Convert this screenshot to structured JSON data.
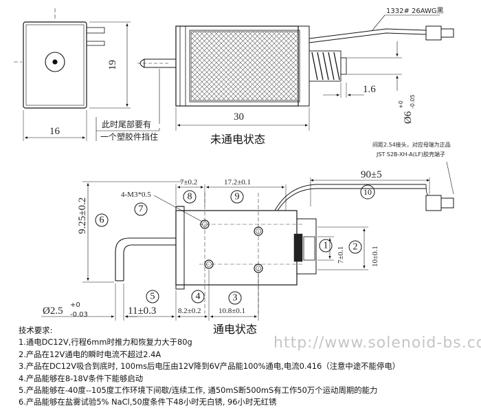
{
  "top_view": {
    "wire_label": "1332# 26AWG黑",
    "dim_height": "19",
    "dim_width_side": "16",
    "dim_length": "30",
    "dim_1_6": "1.6",
    "dim_phi6": "Ø6",
    "tol_phi6_upper": "+0",
    "tol_phi6_lower": "-0.05",
    "note_tail_line1": "此时尾部要有",
    "note_tail_line2": "一个塑胶件挡住",
    "caption": "未通电状态"
  },
  "bottom_view": {
    "connector_note_line1": "间距2.54接头，对应母端为正品",
    "connector_note_line2": "JST S2B-XH-A(LF)胶壳端子",
    "dim_9_25": "9.25±0.2",
    "dim_7": "7±0.2",
    "dim_17_2": "17.2±0.1",
    "dim_90": "90±5",
    "hole_label": "4-M3*0.5",
    "dim_7_side": "7±0.1",
    "dim_10": "10±0.1",
    "dim_phi2_5": "Ø2.5",
    "tol_phi2_5_upper": "+0",
    "tol_phi2_5_lower": "-0.03",
    "dim_11": "11±0.3",
    "dim_8_2": "8.2±0.2",
    "dim_10_8": "10.8±0.1",
    "markers": [
      "1",
      "2",
      "3",
      "4",
      "5",
      "6",
      "7",
      "8",
      "9",
      "10"
    ],
    "caption": "通电状态"
  },
  "requirements": {
    "title": "技术要求:",
    "items": [
      "1.通电DC12V,行程6mm时推力和恢复力大于80g",
      "2.产品在12V通电的瞬时电流不超过2.4A",
      "3.产品在DC12V吸合到底时, 100ms后电压由12V降到6V产品能100%通电,电流0.416（注意中途不能停电）",
      "4.产品能够在8-18V条件下能够启动",
      "5.产品能够在-40度--105度工作环境下间歇/连续工作, 通50mS断500mS有工作50万个运动周期的能力",
      "6.产品能够在盐雾试验5% NaCl,50度条件下48小时无白锈, 96小时无红锈"
    ]
  },
  "watermark": "http://www.solenoid-bs.com"
}
